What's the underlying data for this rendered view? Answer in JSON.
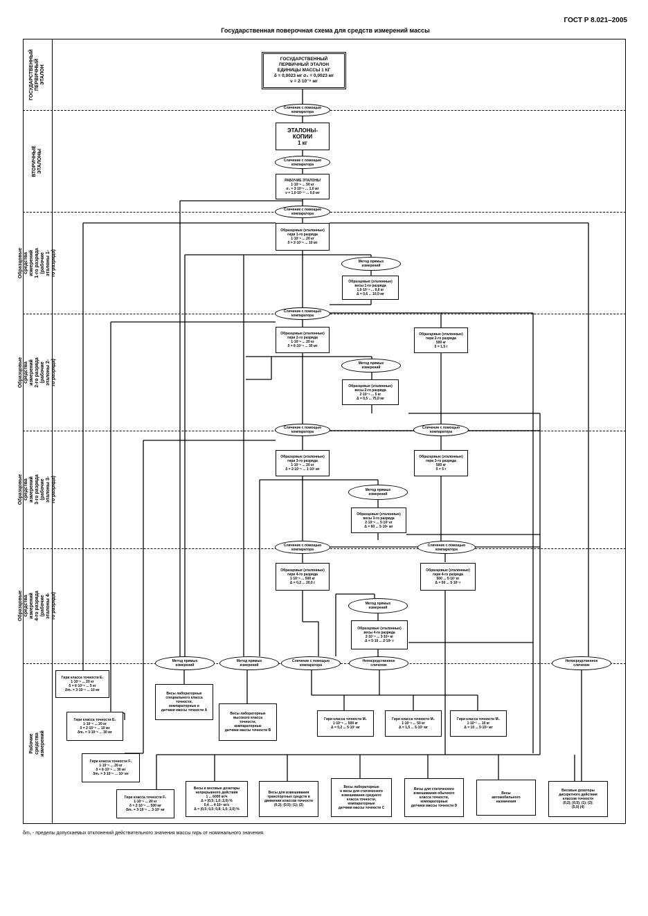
{
  "header": {
    "code": "ГОСТ Р 8.021–2005",
    "title": "Государственная поверочная схема для средств измерений массы"
  },
  "lanes": {
    "state": "ГОСУДАРСТВЕННЫЙ\nПЕРВИЧНЫЙ\nЭТАЛОН",
    "secondary": "ВТОРИЧНЫЕ\nЭТАЛОНЫ",
    "cat1": "Образцовые средства измерений\n1-го разряда\n(рабочие эталоны 1-го разряда)",
    "cat2": "Образцовые средства измерений\n2-го разряда\n(рабочие эталоны 2-го разряда)",
    "cat3": "Образцовые средства измерений\n3-го разряда\n(рабочие эталоны 3-го разряда)",
    "cat4": "Образцовые средства измерений\n4-го разряда\n(рабочие эталоны 4-го разряда)",
    "working": "Рабочие средства измерений"
  },
  "nodes": {
    "primary": "ГОСУДАРСТВЕННЫЙ\nПЕРВИЧНЫЙ ЭТАЛОН\nЕДИНИЦЫ МАССЫ 1 КГ\nδ = 0,0023 мг  σ₀ = 0,0023 мг\nν = 2·10⁻⁹ мг",
    "comp1": "Сличение с помощью\nкомпаратора",
    "copies": "ЭТАЛОНЫ-\nКОПИИ\n1 кг",
    "comp2": "Сличение с помощью\nкомпаратора",
    "working_std": "РАБОЧИЕ ЭТАЛОНЫ\n1·10⁻⁶ ... 50 кг\nσ₀ = 3·10⁻⁵ ... 1,0 мг\nν = 1,0·10⁻¹¹ ... 0,0 мг",
    "comp3": "Сличение с помощью\nкомпаратора",
    "c1_weights": "Образцовые (эталонные)\nгири 1-го разряда\n1·10⁻⁶ ... 20 кг\nδ = 2·10⁻⁶ ... 10 мг",
    "c1_direct": "Метод прямых\nизмерений",
    "c1_scales": "Образцовые (эталонные)\nвесы 1-го разряда\n1,0·10⁻⁶ ... 0,6 кг\nΔ = 0,6 ... 10,0 мг",
    "comp4": "Сличение с помощью\nкомпаратора",
    "c2_weights": "Образцовые (эталонные)\nгири 2-го разряда\n1·10⁻⁶ ... 20 кг\nδ = 6·10⁻⁶ ... 30 мг",
    "c2_weights_b": "Образцовые (эталонные)\nгири 2-го разряда\n500 кг\nδ = 1,5 г",
    "c2_direct": "Метод прямых\nизмерений",
    "c2_scales": "Образцовые (эталонные)\nвесы 2-го разряда\n2·10⁻⁶ ... 5 кг\nΔ = 0,5 ... 75,0 мг",
    "comp5": "Сличение с помощью\nкомпаратора",
    "comp5b": "Сличение с помощью\nкомпаратора",
    "c3_weights": "Образцовые (эталонные)\nгири 3-го разряда\n1·10⁻⁶ ... 20 кг\nδ = 2·10⁻⁵ ... 1·10² мг",
    "c3_weights_b": "Образцовые (эталонные)\nгири 3-го разряда\n500 кг\nδ = 5 г",
    "c3_direct": "Метод прямых\nизмерений",
    "c3_scales": "Образцовые (эталонные)\nвесы 3-го разряда\n2·10⁻⁶ ... 5·10³ кг\nΔ = 60 ... 5·10⁶ мг",
    "comp6": "Сличение с помощью\nкомпаратора",
    "comp6b": "Сличение с помощью\nкомпаратора",
    "c4_weights": "Образцовые (эталонные)\nгири 4-го разряда\n1·10⁻⁶ ... 500 кг\nΔ = 0,2 ... 20,0 г",
    "c4_weights_b": "Образцовые (эталонные)\nгири 4-го разряда\n500 ... 5·10³ кг\nΔ = 50 ... 5·10³ г",
    "c4_direct": "Метод прямых\nизмерений",
    "c4_scales": "Образцовые (эталонные)\nвесы 4-го разряда\n2·10⁻⁶ ... 3·10⁴ кг\nΔ = 5·10 ... 2·10⁶ г",
    "w_direct1": "Метод прямых\nизмерений",
    "w_direct2": "Метод прямых\nизмерений",
    "w_comp": "Сличение с помощью\nкомпаратора",
    "w_indirect": "Непосредственное\nсличение",
    "w_indirect2": "Непосредственное\nсличение",
    "w_e1": "Гири класса точности E₁\n1·10⁻⁶ ... 20 кг\nδ = 6·10⁻⁶ ... 5 кг\nδm₁ = 3·10⁻⁵ ... 10 мг",
    "w_e2": "Гири класса точности E₂\n1·10⁻⁶ ... 20 кг\nδ = 2·10⁻⁶ ... 10 мг\nδm₁ = 3·10⁻⁵ ... 30 мг",
    "w_f1": "Гири класса точности F₁\n1·10⁻⁶ ... 20 кг\nδ = 6·10⁻⁶ ... 30 мг\nδm₁ = 3·10⁻⁵ ... 10² мг",
    "w_f2": "Гири класса точности F₂\n1·10⁻⁶ ... 20 кг\nδ = 2·10⁻⁶ ... 500 мг\nδm₁ = 3·10⁻⁵ ... 3·10² мг",
    "w_lab_a": "Весы лабораторные\nспециального класса\nточности,\nкомпараторные и\nдатчики массы точности А",
    "w_lab_b": "Весы лабораторные\nвысокого класса\nточности,\nкомпараторные\nдатчики массы точности В",
    "w_m1": "Гири класса точности M₁\n1·10⁻⁶ ... 500 кг\nΔ = 0,2 ... 5·10³ мг",
    "w_m2": "Гири класса точности M₂\n1·10⁻⁶ ... 50 кг\nΔ = 1,5 ... 5·10³ мг",
    "w_m3": "Гири класса точности M₃\n1·10⁻² ... 10 кг\nΔ = 10 ... 5·10⁴ мг",
    "w_r1": "Весы и весовые дозаторы\nнепрерывного действия\n1 ... 6000 кг/ч\nΔ = (0,5; 1,0; 2,0) %\n0,4 ... 4·10⁴ кг/с\nΔ = (0,5; 0,5; 0,8; 1,0; 2,0) %",
    "w_r2": "Весы для взвешивания\nтранспортных средств в\nдвижении классов точности\n(0,2); (0,5); (1); (2)",
    "w_r3": "Весы лабораторные\nи весы для статического\nвзвешивания среднего\nкласса точности,\nкомпараторные\nдатчики массы точности С",
    "w_r4": "Весы для статического\nвзвешивания обычного\nкласса точности,\nкомпараторные\nдатчики массы точности D",
    "w_r5": "Весы\nавтомобильного\nназначения",
    "w_r6": "Весовые дозаторы\nдискретного действия\nклассов точности\n(0,2); (0,5); (1); (2);\n(5,0) (4)"
  },
  "footnote": "δm₁ - пределы допускаемых отклонений действительного значения массы гирь от номинального значения."
}
